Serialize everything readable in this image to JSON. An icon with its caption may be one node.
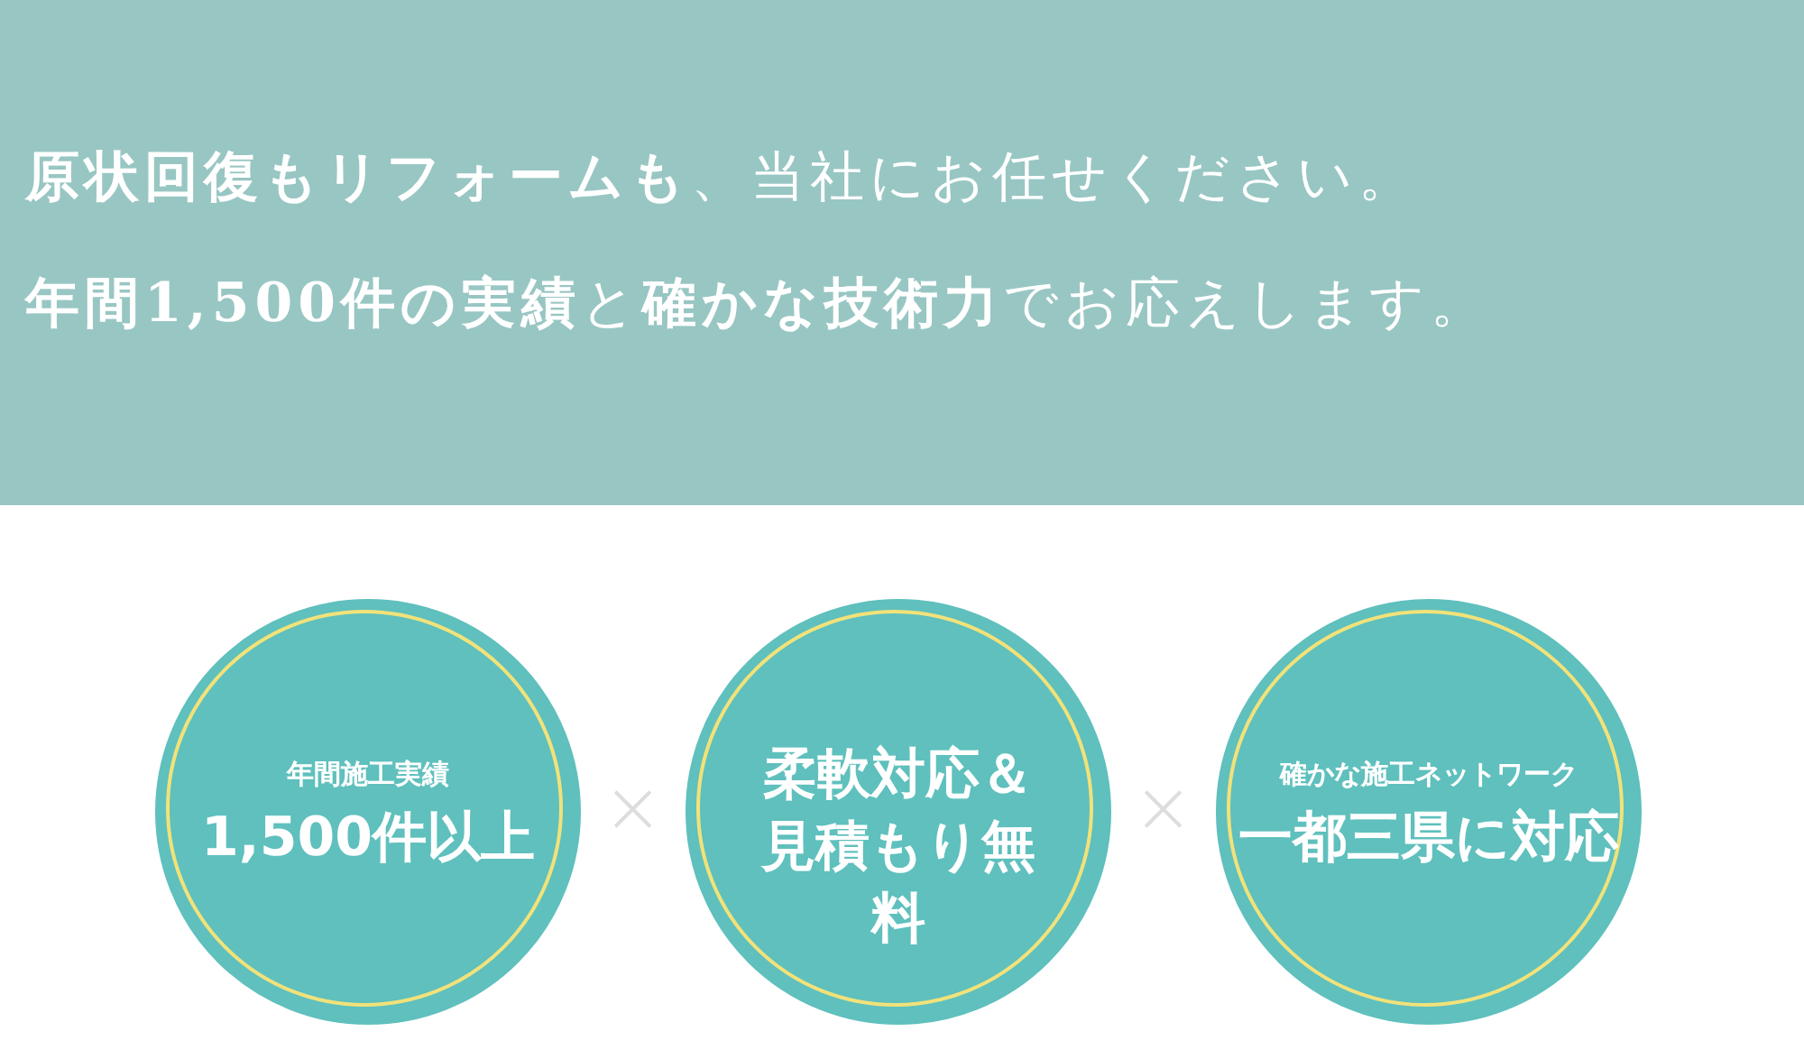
{
  "diagram": {
    "nodes": [
      {
        "text": [
          "**原状回復もリフォームも**、当社にお任せください。",
          "**年間1,500件の実績**と**確かな技術力**でお応えします。"
        ]
      },
      {
        "text": [
          "年間施工実績",
          "1,500件以上"
        ]
      },
      {
        "text": [
          "柔軟対応＆見積もり無料"
        ]
      },
      {
        "text": [
          "確かな施工ネットワーク",
          "一都三県に対応"
        ]
      }
    ],
    "labels": [
      "×",
      "×"
    ]
  }
}
